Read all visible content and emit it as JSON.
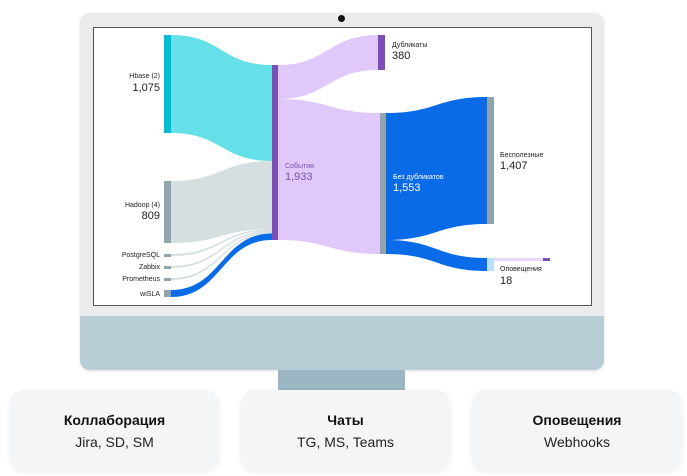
{
  "sankey": {
    "nodes": [
      {
        "id": "hbase",
        "label": "Hbase (2)",
        "value": "1,075",
        "color": "#00bcd4"
      },
      {
        "id": "hadoop",
        "label": "Hadoop (4)",
        "value": "809",
        "color": "#90a4ae"
      },
      {
        "id": "postgres",
        "label": "PostgreSQL",
        "color": "#90a4ae"
      },
      {
        "id": "zabbix",
        "label": "Zabbix",
        "color": "#90a4ae"
      },
      {
        "id": "prometheus",
        "label": "Prometheus",
        "color": "#90a4ae"
      },
      {
        "id": "wisla",
        "label": "wiSLA",
        "color": "#90a4ae"
      },
      {
        "id": "events",
        "label": "События",
        "value": "1,933",
        "color": "#7b4fb5"
      },
      {
        "id": "dups",
        "label": "Дубликаты",
        "value": "380",
        "color": "#7b4fb5"
      },
      {
        "id": "nodups",
        "label": "Без дубликатов",
        "value": "1,553",
        "color": "#90a4ae"
      },
      {
        "id": "useless",
        "label": "Бесполезные",
        "value": "1,407",
        "color": "#90a4ae"
      },
      {
        "id": "alerts",
        "label": "Оповещения",
        "value": "18",
        "color": "#bbdefb"
      }
    ],
    "flow_colors": {
      "hbase": "#66e0e8",
      "hadoop": "#d5dfe1",
      "small": "#d5dfe1",
      "wisla": "#0a6be8",
      "events": "#e0c8fa",
      "nodups": "#0a6be8"
    }
  },
  "cards": [
    {
      "title": "Коллаборация",
      "subtitle": "Jira, SD, SM"
    },
    {
      "title": "Чаты",
      "subtitle": "TG, MS, Teams"
    },
    {
      "title": "Оповещения",
      "subtitle": "Webhooks"
    }
  ]
}
